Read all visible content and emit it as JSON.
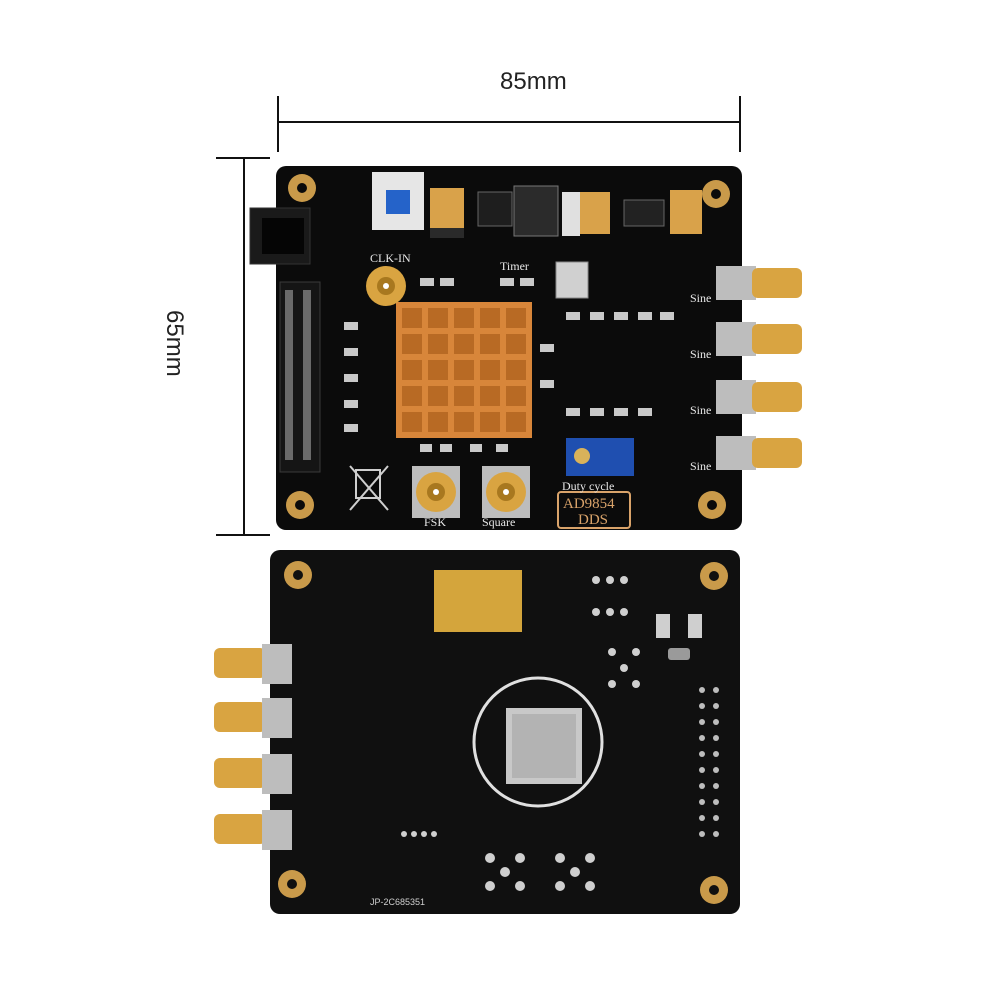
{
  "dimensions": {
    "width": "85mm",
    "height": "65mm"
  },
  "front_board": {
    "labels": {
      "clk_in": "CLK-IN",
      "timer": "Timer",
      "sine_1": "Sine",
      "sine_2": "Sine",
      "sine_3": "Sine",
      "sine_4": "Sine",
      "fsk": "FSK",
      "square": "Square",
      "duty_cycle": "Duty cycle",
      "chip_name": "AD9854",
      "chip_sub": "DDS"
    },
    "colors": {
      "pcb": "#0b0b0b",
      "heatsink": "#d8863a",
      "sma": "#d9a441",
      "pot": "#1f4fb0",
      "mount": "#c99a4a"
    }
  },
  "back_board": {
    "labels": {
      "serial": "JP-2C685351"
    },
    "colors": {
      "pcb": "#101010",
      "gold_pad": "#d4a53c",
      "ring": "#e0e0e0",
      "thermal_pad": "#c8c8c8"
    }
  }
}
